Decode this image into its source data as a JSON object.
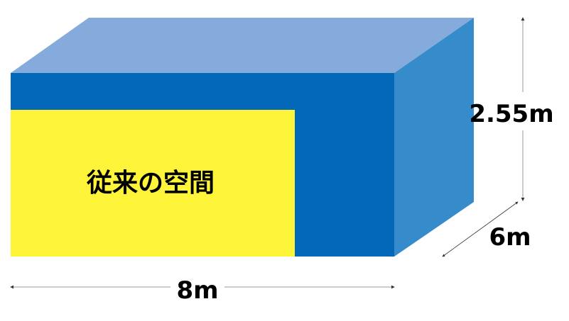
{
  "diagram": {
    "area_label": "従来の空間",
    "width_label": "8m",
    "height_label": "2.55m",
    "depth_label": "6m"
  },
  "colors": {
    "front": "#0468b8",
    "top": "#85aadc",
    "side": "#368bca",
    "area": "#fef43a",
    "dim_line": "#999999"
  }
}
